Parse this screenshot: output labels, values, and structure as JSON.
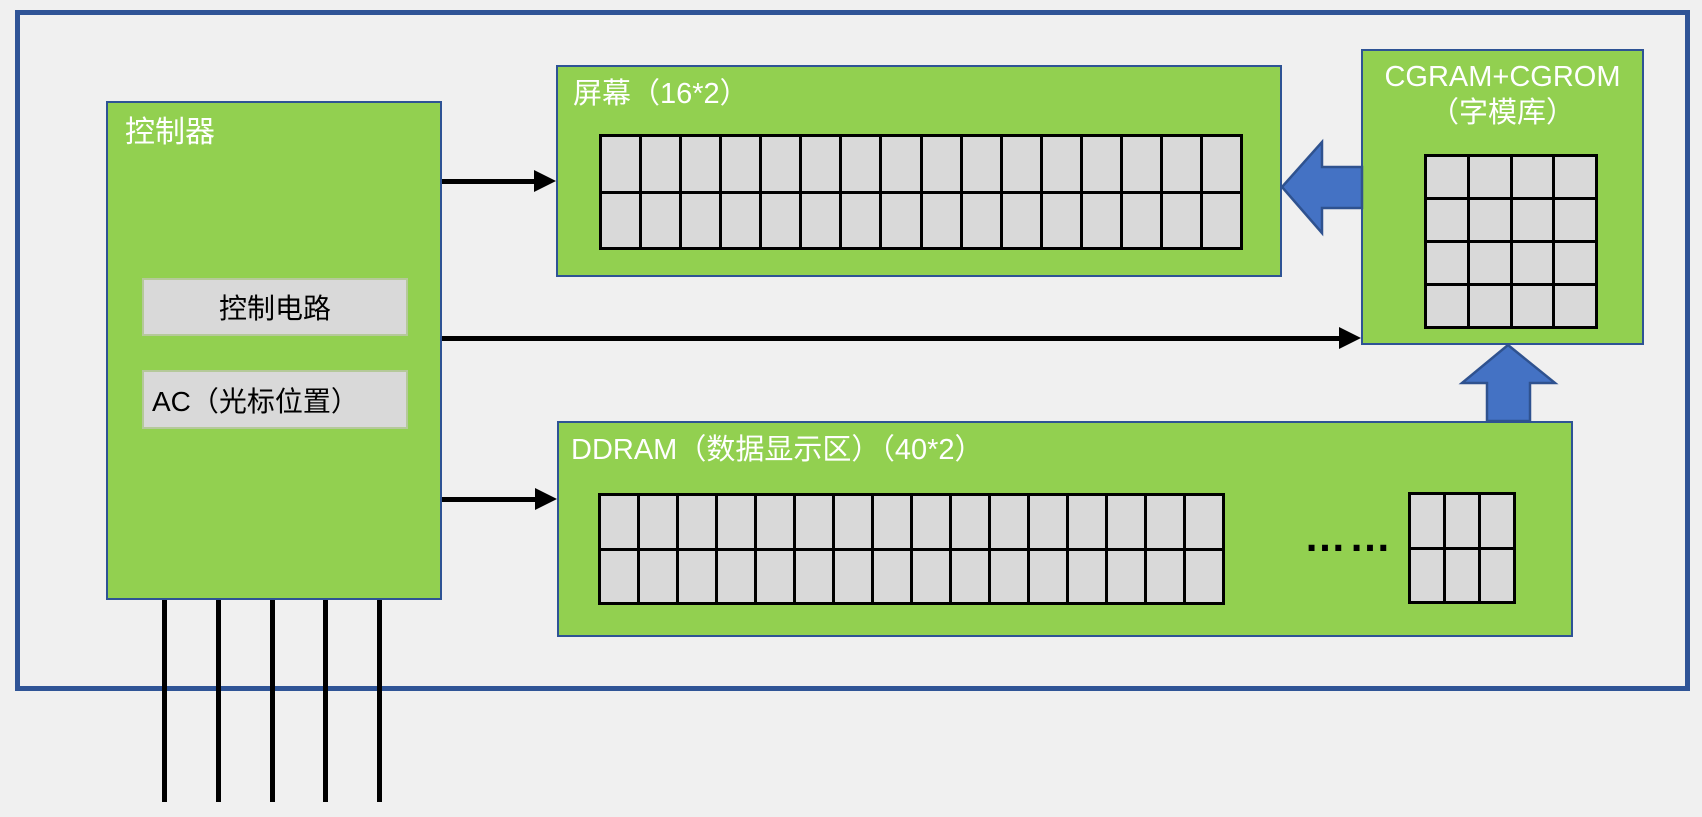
{
  "colors": {
    "background": "#f0f0f0",
    "frame_border": "#2f5496",
    "box_fill": "#92d050",
    "box_border": "#2e5395",
    "cell_fill": "#d9d9d9",
    "grid_line": "#000000",
    "block_arrow_fill": "#4472c4",
    "block_arrow_stroke": "#2f528f",
    "title_text": "#ffffff",
    "inner_text": "#000000"
  },
  "controller": {
    "label": "控制器",
    "control_circuit_label": "控制电路",
    "ac_label": "AC（光标位置）",
    "pin_count": 5
  },
  "screen": {
    "title": "屏幕（16*2）",
    "grid": {
      "cols": 16,
      "rows": 2
    }
  },
  "cgram": {
    "title_line1": "CGRAM+CGROM",
    "title_line2": "（字模库）",
    "grid": {
      "cols": 4,
      "rows": 4
    }
  },
  "ddram": {
    "title": "DDRAM（数据显示区）（40*2）",
    "main_grid": {
      "cols": 16,
      "rows": 2
    },
    "ellipsis": "……",
    "small_grid": {
      "cols": 3,
      "rows": 2
    }
  }
}
